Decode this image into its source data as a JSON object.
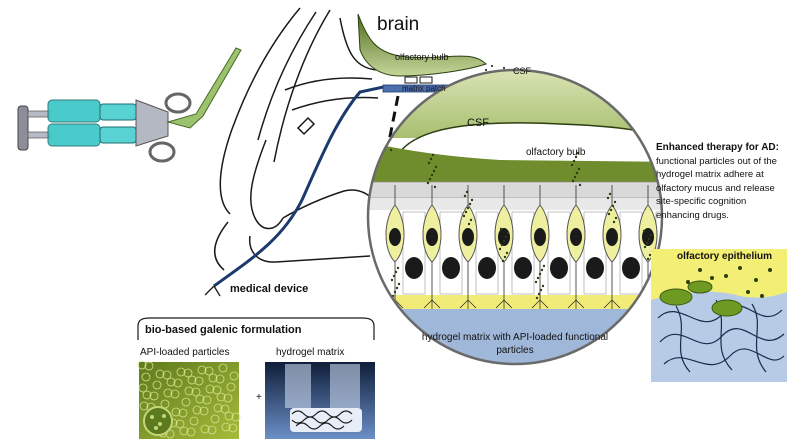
{
  "labels": {
    "brain": "brain",
    "olfactory_bulb_top": "olfactory bulb",
    "csf_top": "CSF",
    "matrix_patch": "matrix patch",
    "csf_circle": "CSF",
    "olfactory_bulb_circle": "olfactory bulb",
    "medical_device": "medical device",
    "bio_based": "bio-based galenic formulation",
    "api_particles": "API-loaded particles",
    "hydrogel_matrix": "hydrogel matrix",
    "plus": "+",
    "hydrogel_caption": "hydrogel matrix with API-loaded functional particles",
    "enhanced_title": "Enhanced therapy for AD:",
    "enhanced_body": "functional particles out of the hydrogel matrix adhere at olfactory mucus and release site-specific cognition enhancing drugs.",
    "olfactory_epithelium": "olfactory epithelium"
  },
  "colors": {
    "bulb_green": "#8fa84a",
    "dark_green": "#3f5a1a",
    "cell_yellow": "#eef0a0",
    "mucus_yellow": "#f3ee7a",
    "hydrogel_blue": "#9fb7d9",
    "syringe_cyan": "#2ec4c4",
    "nucleus": "#1a1a1a"
  }
}
